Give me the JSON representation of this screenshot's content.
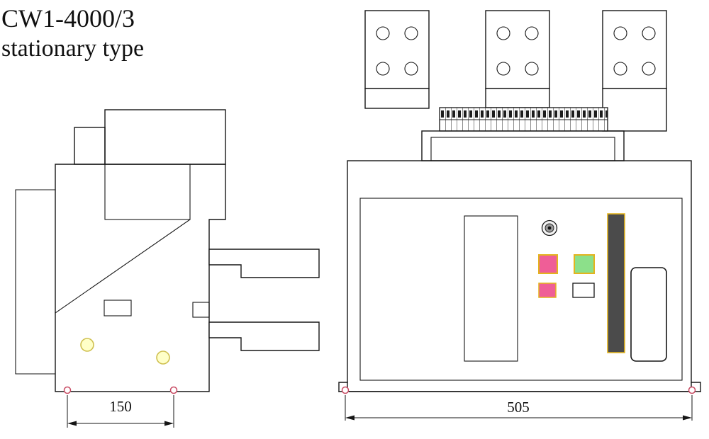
{
  "title": {
    "model": "CW1-4000/3",
    "subtitle": "stationary type"
  },
  "dimensions": {
    "side_width": "150",
    "front_width": "505"
  },
  "colors": {
    "drawing_line": "#161616",
    "datum_marker_red": "#c84a62",
    "mounting_hole_fill": "#ffffc8",
    "mounting_hole_stroke": "#cfc050",
    "off_button_pink": "#ef5e97",
    "on_button_green": "#8ce08a",
    "button_border_yellow": "#e3b41e",
    "handle_slot_dark": "#4b4b4b",
    "window_white": "#ffffff",
    "background": "#ffffff"
  }
}
